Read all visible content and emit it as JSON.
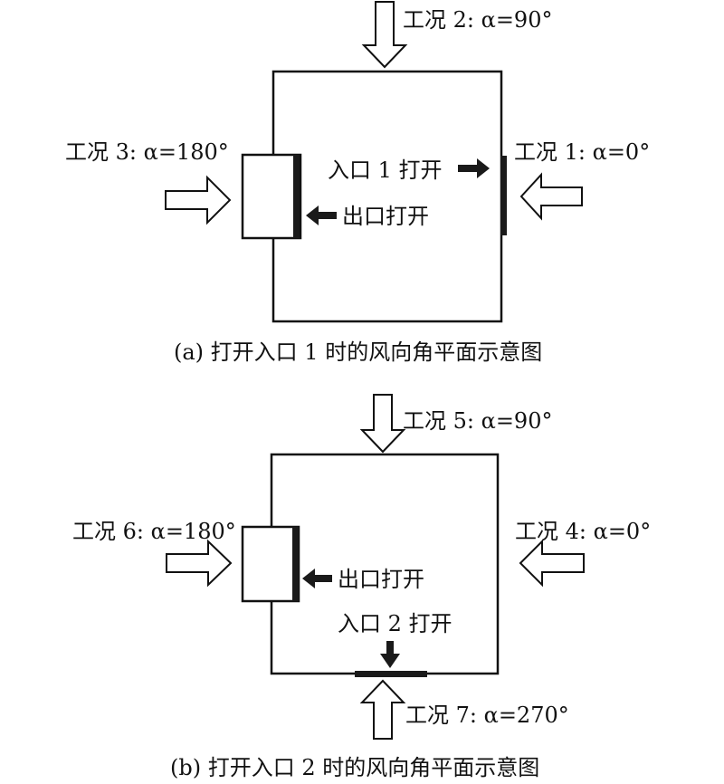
{
  "colors": {
    "line": "#111111",
    "fill": "#ffffff",
    "solid": "#1a1a1a"
  },
  "diagram_a": {
    "case2": "工况 2: α=90°",
    "case3": "工况 3: α=180°",
    "case1": "工况 1: α=0°",
    "inlet_open": "入口 1 打开",
    "outlet_open": "出口打开",
    "caption": "(a) 打开入口 1 时的风向角平面示意图"
  },
  "diagram_b": {
    "case5": "工况 5: α=90°",
    "case6": "工况 6: α=180°",
    "case4": "工况 4: α=0°",
    "outlet_open": "出口打开",
    "inlet_open": "入口 2 打开",
    "case7": "工况 7: α=270°",
    "caption": "(b) 打开入口 2 时的风向角平面示意图"
  }
}
